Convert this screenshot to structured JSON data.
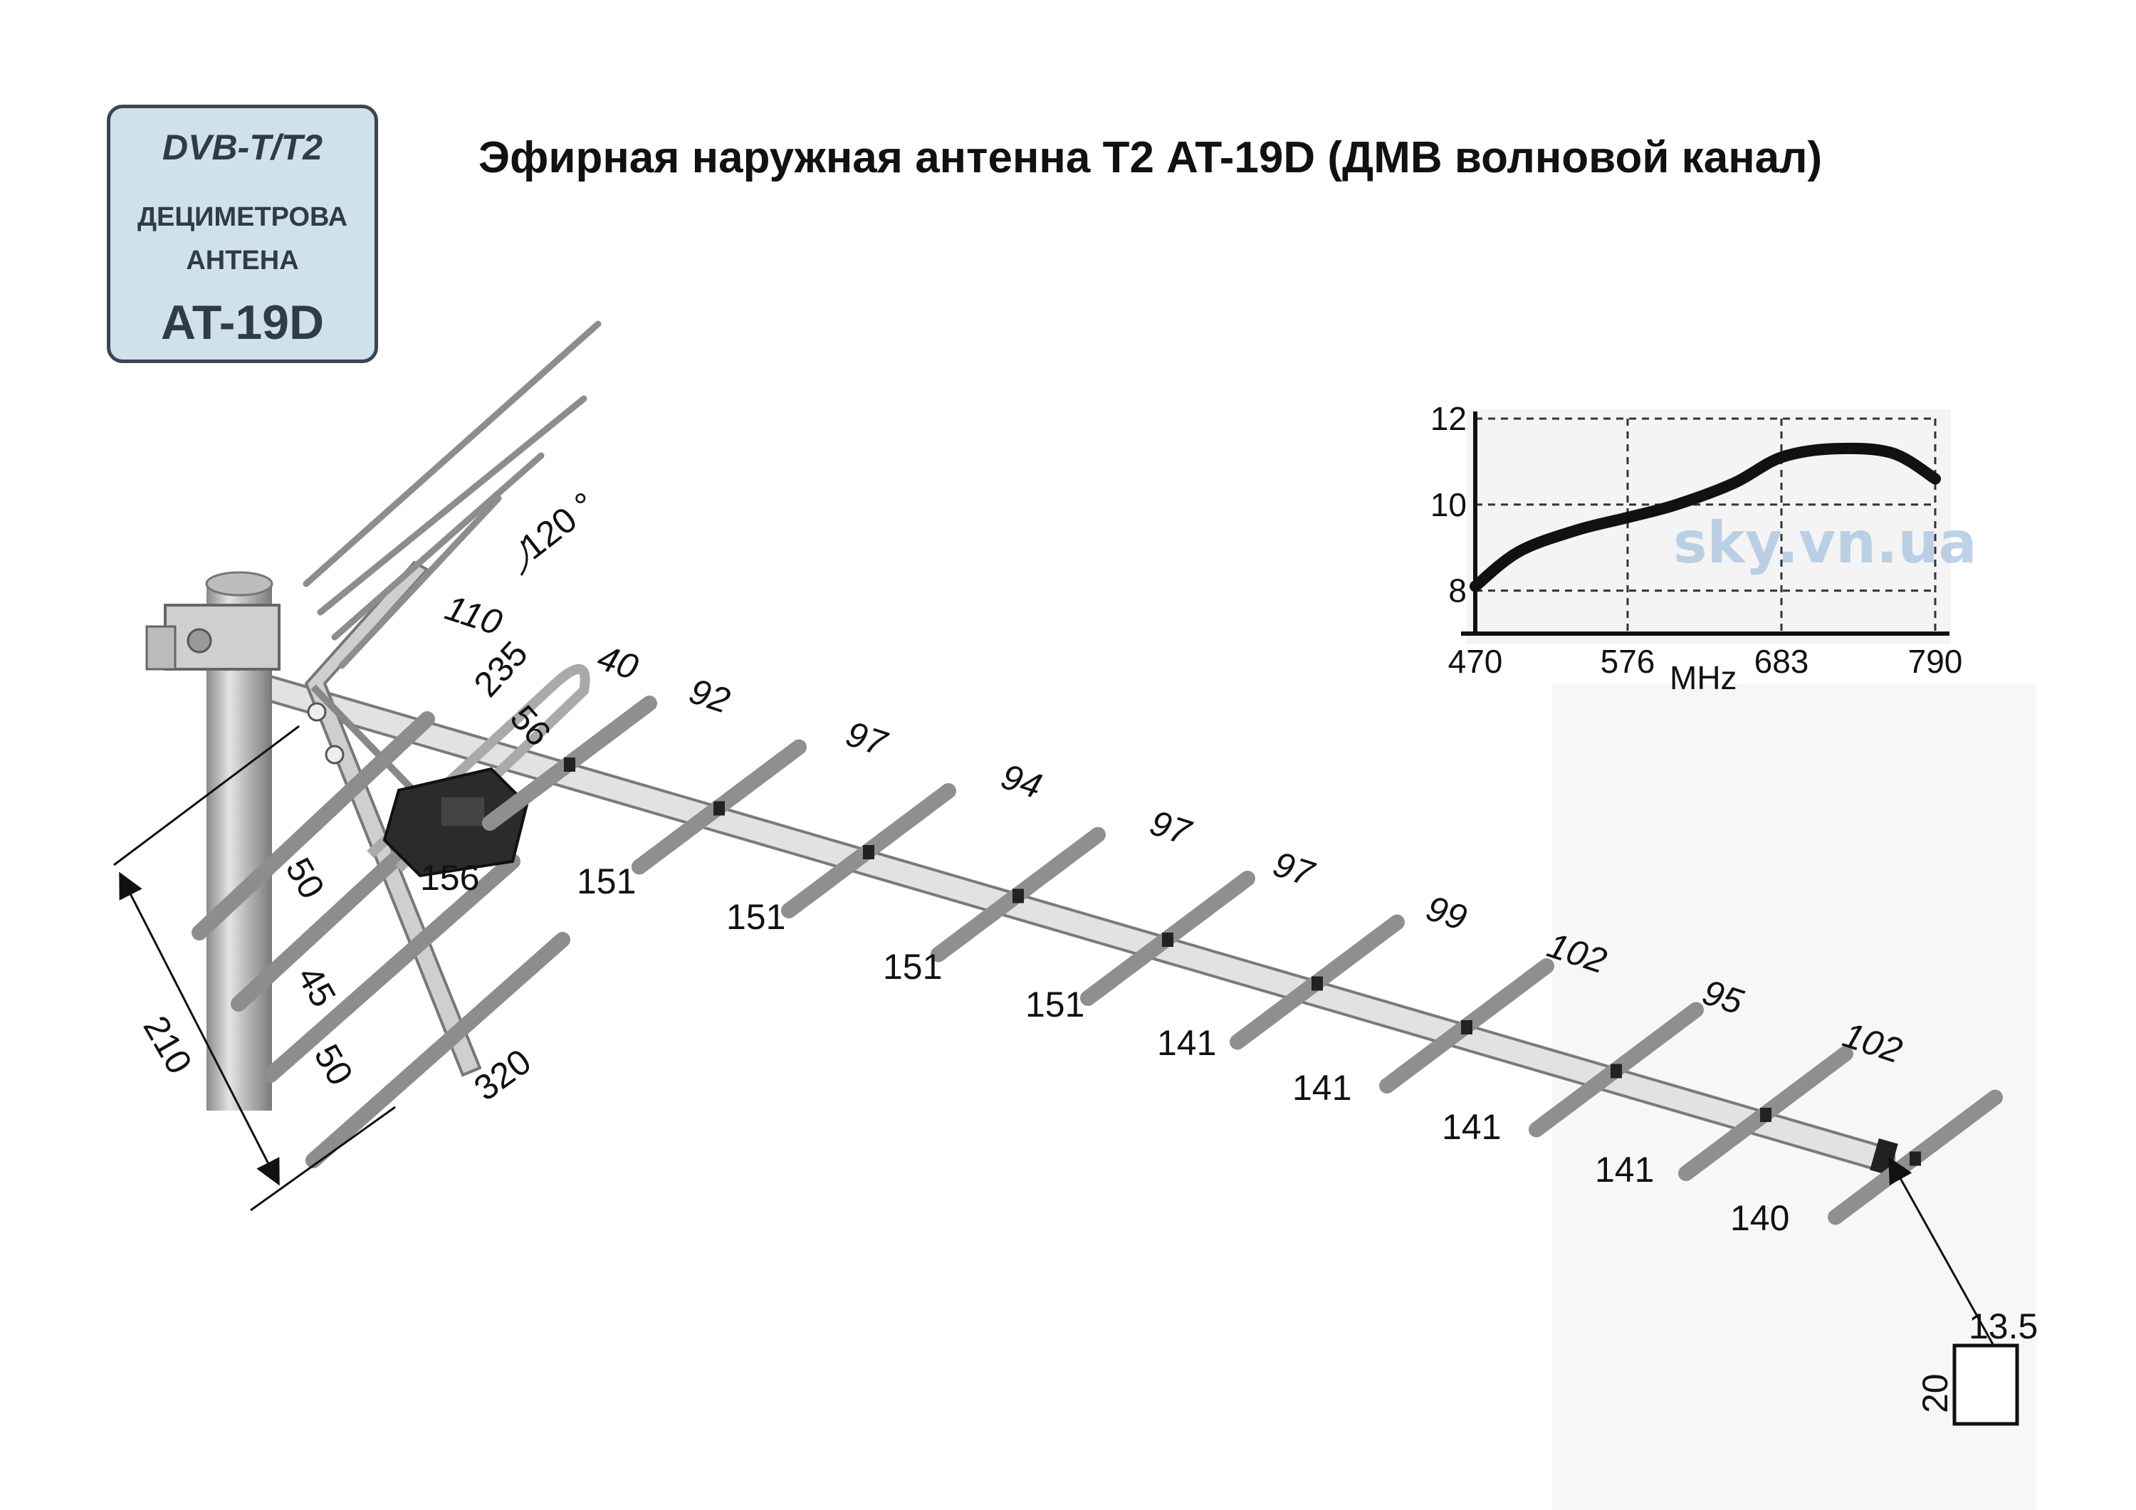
{
  "title": "Эфирная наружная антенна Т2 AT-19D (ДМВ волновой канал)",
  "badge": {
    "standard": "DVB-T/T2",
    "line1": "ДЕЦИМЕТРОВА",
    "line2": "АНТЕНА",
    "model": "AT-19D"
  },
  "dimensions": {
    "angle": "120 °",
    "reflector": [
      "110",
      "235",
      "56",
      "40"
    ],
    "reflector_rods": [
      "50",
      "45",
      "50"
    ],
    "reflector_frame_width": "320",
    "mast_spacing": "210",
    "dipole_length": "156",
    "director_spacings": [
      "92",
      "97",
      "94",
      "97",
      "97",
      "99",
      "102",
      "95",
      "102"
    ],
    "director_lengths": [
      "151",
      "151",
      "151",
      "151",
      "141",
      "141",
      "141",
      "141",
      "140"
    ],
    "boom_section": {
      "width": "13.5",
      "height": "20"
    }
  },
  "watermark": "sky.vn.ua",
  "chart_data": {
    "type": "line",
    "x": [
      470,
      500,
      540,
      576,
      610,
      650,
      683,
      720,
      760,
      790
    ],
    "y": [
      8.1,
      8.9,
      9.4,
      9.7,
      10.0,
      10.5,
      11.1,
      11.3,
      11.2,
      10.6
    ],
    "xticks": [
      "470",
      "576",
      "683",
      "790"
    ],
    "yticks": [
      "8",
      "10",
      "12"
    ],
    "xlabel": "MHz",
    "ylabel": "",
    "xlim": [
      470,
      790
    ],
    "ylim": [
      7,
      12
    ],
    "grid": true,
    "series_color": "#111111"
  }
}
